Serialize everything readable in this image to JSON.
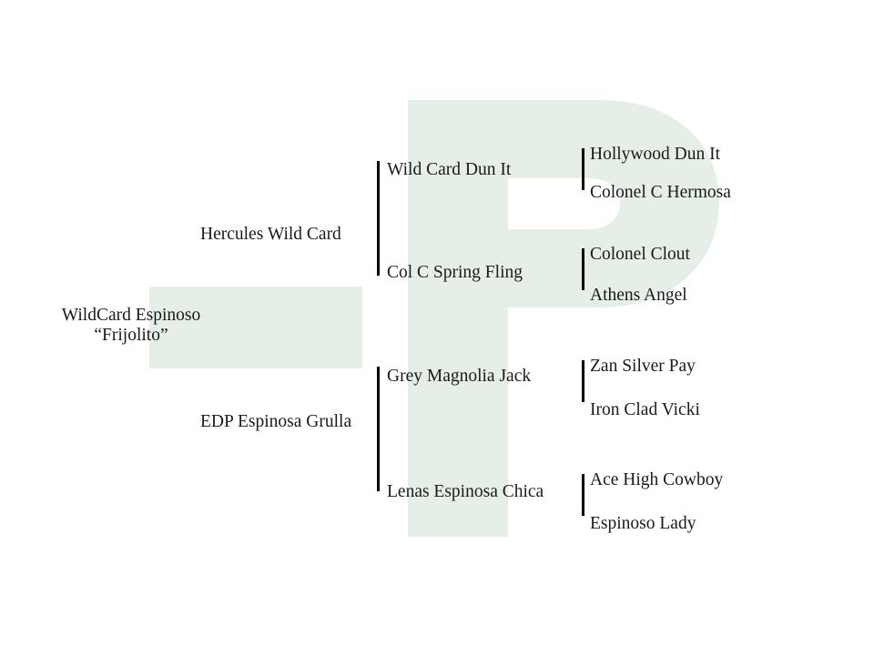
{
  "theme": {
    "background": "#ffffff",
    "watermark_color": "#e5efe8",
    "panel_color": "#e5efe8",
    "text_color": "#1a1a1a",
    "bracket_color": "#000000",
    "watermark_letter": "P"
  },
  "pedigree": {
    "subject": {
      "name": "WildCard Espinoso",
      "nickname": "“Frijolito”"
    },
    "generation2": [
      {
        "label": "Hercules Wild Card",
        "role": "sire"
      },
      {
        "label": "EDP Espinosa Grulla",
        "role": "dam"
      }
    ],
    "generation3": [
      {
        "label": "Wild Card Dun It",
        "role": "sire-sire"
      },
      {
        "label": "Col C Spring Fling",
        "role": "sire-dam"
      },
      {
        "label": "Grey Magnolia Jack",
        "role": "dam-sire"
      },
      {
        "label": "Lenas Espinosa Chica",
        "role": "dam-dam"
      }
    ],
    "generation4": [
      {
        "label": "Hollywood Dun It",
        "role": "sire-sire-sire"
      },
      {
        "label": "Colonel C Hermosa",
        "role": "sire-sire-dam"
      },
      {
        "label": "Colonel Clout",
        "role": "sire-dam-sire"
      },
      {
        "label": "Athens Angel",
        "role": "sire-dam-dam"
      },
      {
        "label": "Zan Silver Pay",
        "role": "dam-sire-sire"
      },
      {
        "label": "Iron Clad Vicki",
        "role": "dam-sire-dam"
      },
      {
        "label": "Ace High Cowboy",
        "role": "dam-dam-sire"
      },
      {
        "label": "Espinoso Lady",
        "role": "dam-dam-dam"
      }
    ]
  }
}
